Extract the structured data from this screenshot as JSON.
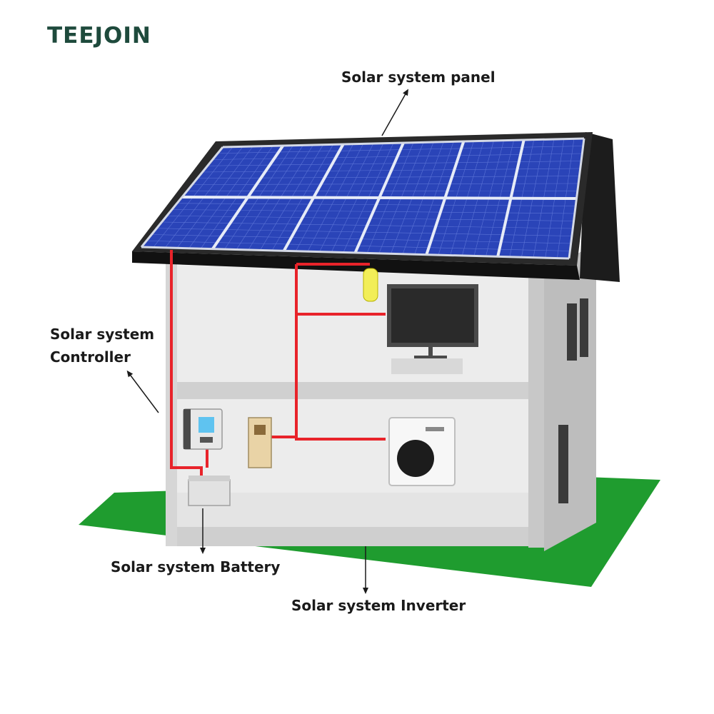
{
  "brand": {
    "name": "TEEJOIN"
  },
  "labels": {
    "panel": "Solar system panel",
    "controller_line1": "Solar system",
    "controller_line2": "Controller",
    "battery": "Solar system Battery",
    "inverter": "Solar system Inverter"
  },
  "colors": {
    "brand": "#1e4a3c",
    "ground": "#1f9c2f",
    "wire": "#e8232a",
    "panel": "#2a44b8",
    "roof": "#1c1c1c",
    "wall": "#dcdcdc"
  }
}
